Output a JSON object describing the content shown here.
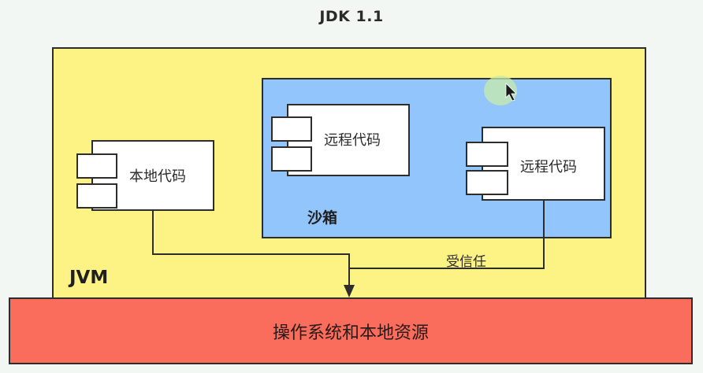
{
  "title": "JDK 1.1",
  "jvm": {
    "label": "JVM"
  },
  "sandbox": {
    "label": "沙箱",
    "components": [
      {
        "label": "远程代码"
      },
      {
        "label": "远程代码"
      }
    ]
  },
  "local_code": {
    "label": "本地代码"
  },
  "trust_label": "受信任",
  "os": {
    "label": "操作系统和本地资源"
  },
  "colors": {
    "jvm_fill": "#fdf284",
    "sandbox_fill": "#92c5fc",
    "os_fill": "#fa6c5c",
    "background": "#f3f7f3"
  }
}
